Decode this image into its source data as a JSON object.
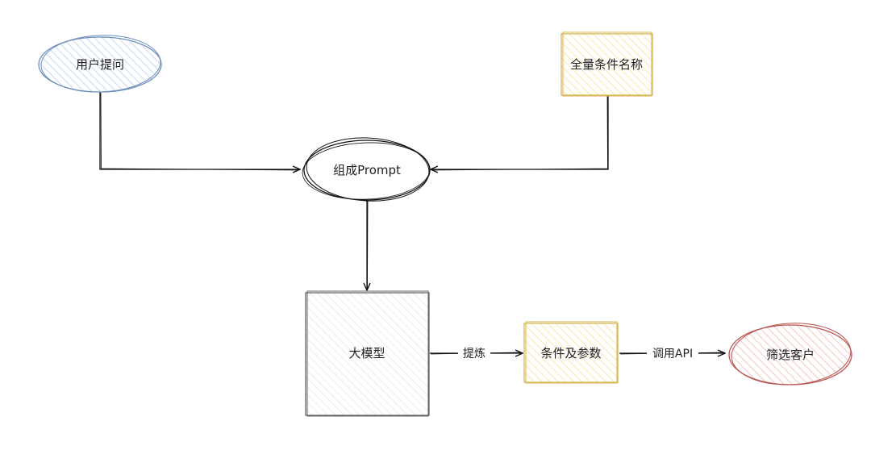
{
  "nodes": {
    "user_question": {
      "label": "用户提问",
      "shape": "ellipse",
      "stroke": "#6c8ebf",
      "fill": "#dae8fc"
    },
    "all_conditions": {
      "label": "全量条件名称",
      "shape": "rectangle",
      "stroke": "#d6b656",
      "fill": "#fff2cc"
    },
    "compose_prompt": {
      "label": "组成Prompt",
      "shape": "ellipse",
      "stroke": "#111111",
      "fill": "#ffffff"
    },
    "llm": {
      "label": "大模型",
      "shape": "rectangle",
      "stroke": "#666666",
      "fill": "#f5f5f5"
    },
    "conditions_params": {
      "label": "条件及参数",
      "shape": "rectangle",
      "stroke": "#d6b656",
      "fill": "#fff2cc"
    },
    "filter_customers": {
      "label": "筛选客户",
      "shape": "ellipse",
      "stroke": "#b85450",
      "fill": "#f8cecc"
    }
  },
  "edges": [
    {
      "from": "user_question",
      "to": "compose_prompt",
      "label": ""
    },
    {
      "from": "all_conditions",
      "to": "compose_prompt",
      "label": ""
    },
    {
      "from": "compose_prompt",
      "to": "llm",
      "label": ""
    },
    {
      "from": "llm",
      "to": "conditions_params",
      "label": "提炼"
    },
    {
      "from": "conditions_params",
      "to": "filter_customers",
      "label": "调用API"
    }
  ]
}
